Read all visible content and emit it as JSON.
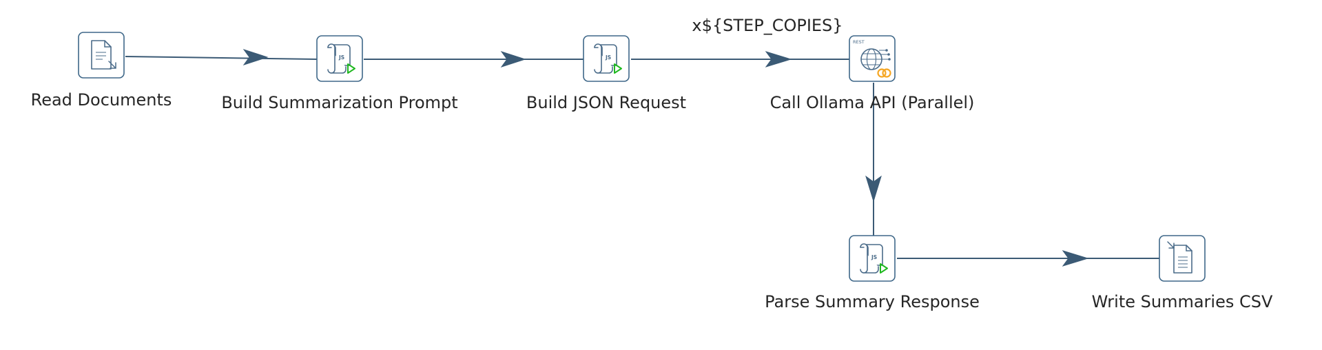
{
  "canvas": {
    "copies_badge": "x${STEP_COPIES}"
  },
  "steps": [
    {
      "id": "read-documents",
      "label": "Read Documents",
      "icon": "text-file-input-icon"
    },
    {
      "id": "build-summarization-prompt",
      "label": "Build Summarization Prompt",
      "icon": "javascript-step-icon"
    },
    {
      "id": "build-json-request",
      "label": "Build JSON Request",
      "icon": "javascript-step-icon"
    },
    {
      "id": "call-ollama-api",
      "label": "Call Ollama API (Parallel)",
      "icon": "rest-client-icon"
    },
    {
      "id": "parse-summary-response",
      "label": "Parse Summary Response",
      "icon": "javascript-step-icon"
    },
    {
      "id": "write-summaries-csv",
      "label": "Write Summaries CSV",
      "icon": "text-file-output-icon"
    }
  ],
  "hops": [
    {
      "from": "Read Documents",
      "to": "Build Summarization Prompt"
    },
    {
      "from": "Build Summarization Prompt",
      "to": "Build JSON Request"
    },
    {
      "from": "Build JSON Request",
      "to": "Call Ollama API (Parallel)"
    },
    {
      "from": "Call Ollama API (Parallel)",
      "to": "Parse Summary Response"
    },
    {
      "from": "Parse Summary Response",
      "to": "Write Summaries CSV"
    }
  ],
  "colors": {
    "hop": "#3b5a75",
    "step_border": "#3e6788",
    "icon": "#4a6b89",
    "run_indicator": "#1fb81f",
    "parallel_indicator": "#f5a623",
    "label_text": "#262626"
  }
}
